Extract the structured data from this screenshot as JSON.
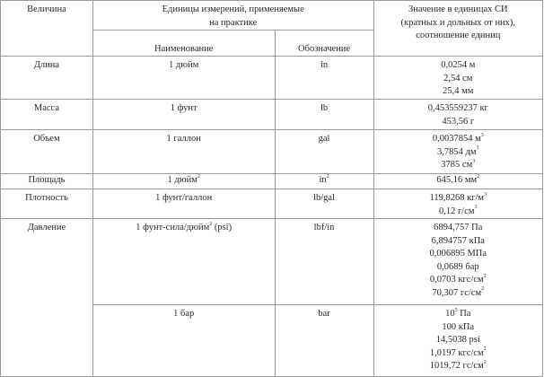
{
  "header": {
    "quantity": "Величина",
    "practical_units": "Единицы измерений, применяемые",
    "practical_units_2": "на практике",
    "name": "Наименование",
    "symbol": "Обозначение",
    "si_value": "Значение в единицах СИ",
    "si_value_2": "(кратных и дольных от них),",
    "si_value_3": "соотношение единиц"
  },
  "rows": [
    {
      "quantity": "Длина",
      "unit": "1 дюйм",
      "symbol": "in",
      "values": [
        "0,0254 м",
        "2,54 см",
        "25,4 мм"
      ]
    },
    {
      "quantity": "Масса",
      "unit": "1 фунт",
      "symbol": "lb",
      "values": [
        "0,453559237 кг",
        "453,56 г"
      ]
    },
    {
      "quantity": "Объем",
      "unit": "1 галлон",
      "symbol": "gal",
      "values": [
        "0,0037854 м",
        "3,7854 дм",
        "3785 см"
      ]
    },
    {
      "quantity": "Площадь",
      "unit": "1 дюйм",
      "symbol": "in",
      "values": [
        "645,16 мм"
      ]
    },
    {
      "quantity": "Плотность",
      "unit": "1 фунт/галлон",
      "symbol": "lb/gal",
      "values": [
        "119,8268 кг/м",
        "0,12 г/см"
      ]
    },
    {
      "quantity": "Давление",
      "unit": "1 фунт-сила/дюйм (psi)",
      "unit_a": "1 фунт-сила/дюйм",
      "unit_b": "(psi)",
      "symbol": "lbf/in",
      "values": [
        "6894,757 Па",
        "6,894757 кПа",
        "0,006895 МПа",
        "0,0689 бар",
        "0,0703 кгс/см",
        "70,307 гс/см"
      ]
    },
    {
      "quantity": "",
      "unit": "1 бар",
      "symbol": "bar",
      "values": [
        "10 Па",
        "100 кПа",
        "14,5038 psi",
        "1,0197 кгс/см",
        "1019,72 гс/см"
      ]
    }
  ],
  "sup": {
    "two": "2",
    "three": "3",
    "five": "5"
  }
}
